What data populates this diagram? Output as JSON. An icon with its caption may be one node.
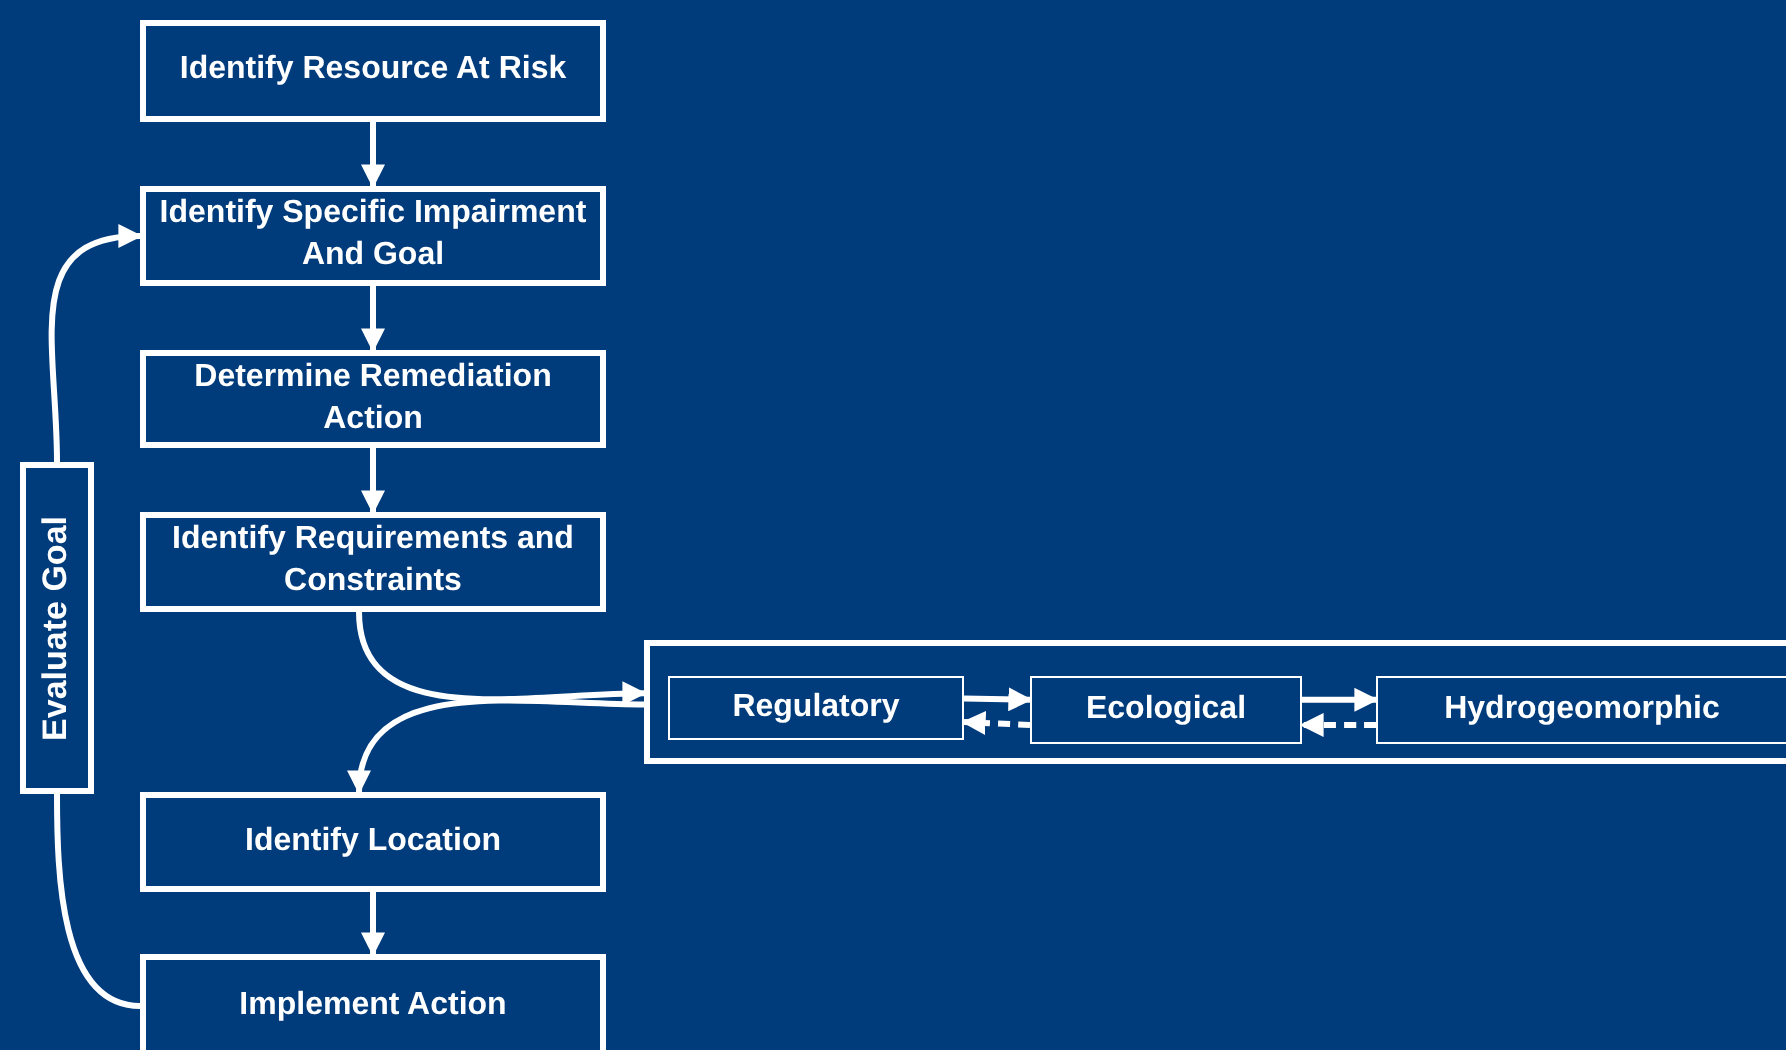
{
  "diagram": {
    "nodes": [
      {
        "text": [
          "Identify Resource At Risk"
        ]
      },
      {
        "text": [
          "Identify Specific Impairment And Goal"
        ]
      },
      {
        "text": [
          "Determine Remediation Action"
        ]
      },
      {
        "text": [
          "Identify Requirements and Constraints"
        ]
      },
      {
        "text": [],
        "shape": "box"
      },
      {
        "text": [
          "Regulatory"
        ],
        "in": 4
      },
      {
        "text": [
          "Ecological"
        ],
        "in": 4
      },
      {
        "text": [
          "Hydrogeomorphic"
        ],
        "in": 4
      },
      {
        "text": [
          "Identify Location"
        ]
      },
      {
        "text": [
          "Implement Action"
        ]
      },
      {
        "text": [
          "Evaluate Goal"
        ]
      }
    ],
    "edges": [
      {
        "from": 0,
        "to": 1,
        "arrow": "to"
      },
      {
        "from": 1,
        "to": 2,
        "arrow": "to"
      },
      {
        "from": 2,
        "to": 3,
        "arrow": "to"
      },
      {
        "from": 3,
        "to": 4,
        "arrow": "to"
      },
      {
        "from": 4,
        "to": 8,
        "arrow": "to"
      },
      {
        "from": 8,
        "to": 9,
        "arrow": "to"
      },
      {
        "from": 9,
        "to": 10,
        "arrow": "none"
      },
      {
        "from": 10,
        "to": 1,
        "arrow": "to"
      },
      {
        "from": 5,
        "to": 6,
        "arrow": "to"
      },
      {
        "from": 6,
        "to": 5,
        "arrow": "to",
        "style": "dashed"
      },
      {
        "from": 6,
        "to": 7,
        "arrow": "to"
      },
      {
        "from": 7,
        "to": 6,
        "arrow": "to",
        "style": "dashed"
      }
    ]
  }
}
